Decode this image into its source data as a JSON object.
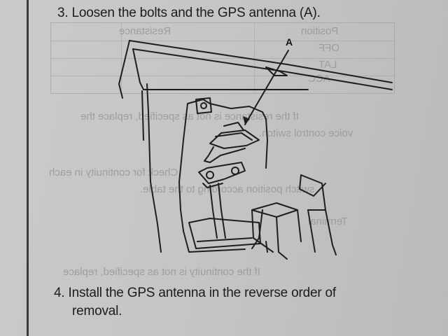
{
  "step3": {
    "number": "3.",
    "text": "Loosen the bolts and the GPS antenna (A)."
  },
  "step4": {
    "number": "4.",
    "line1": "Install the GPS antenna in the reverse order of",
    "line2": "removal."
  },
  "diagram": {
    "callout_label": "A"
  },
  "bleed_through": [
    "Position",
    "Resistance",
    "OFF",
    "ACC",
    "LAT",
    "If the resistance is not as specified, replace the",
    "voice control switch.",
    "Check for continuity in each",
    "switch position according to the table.",
    "Terminal",
    "If the continuity is not as specified, replace"
  ]
}
